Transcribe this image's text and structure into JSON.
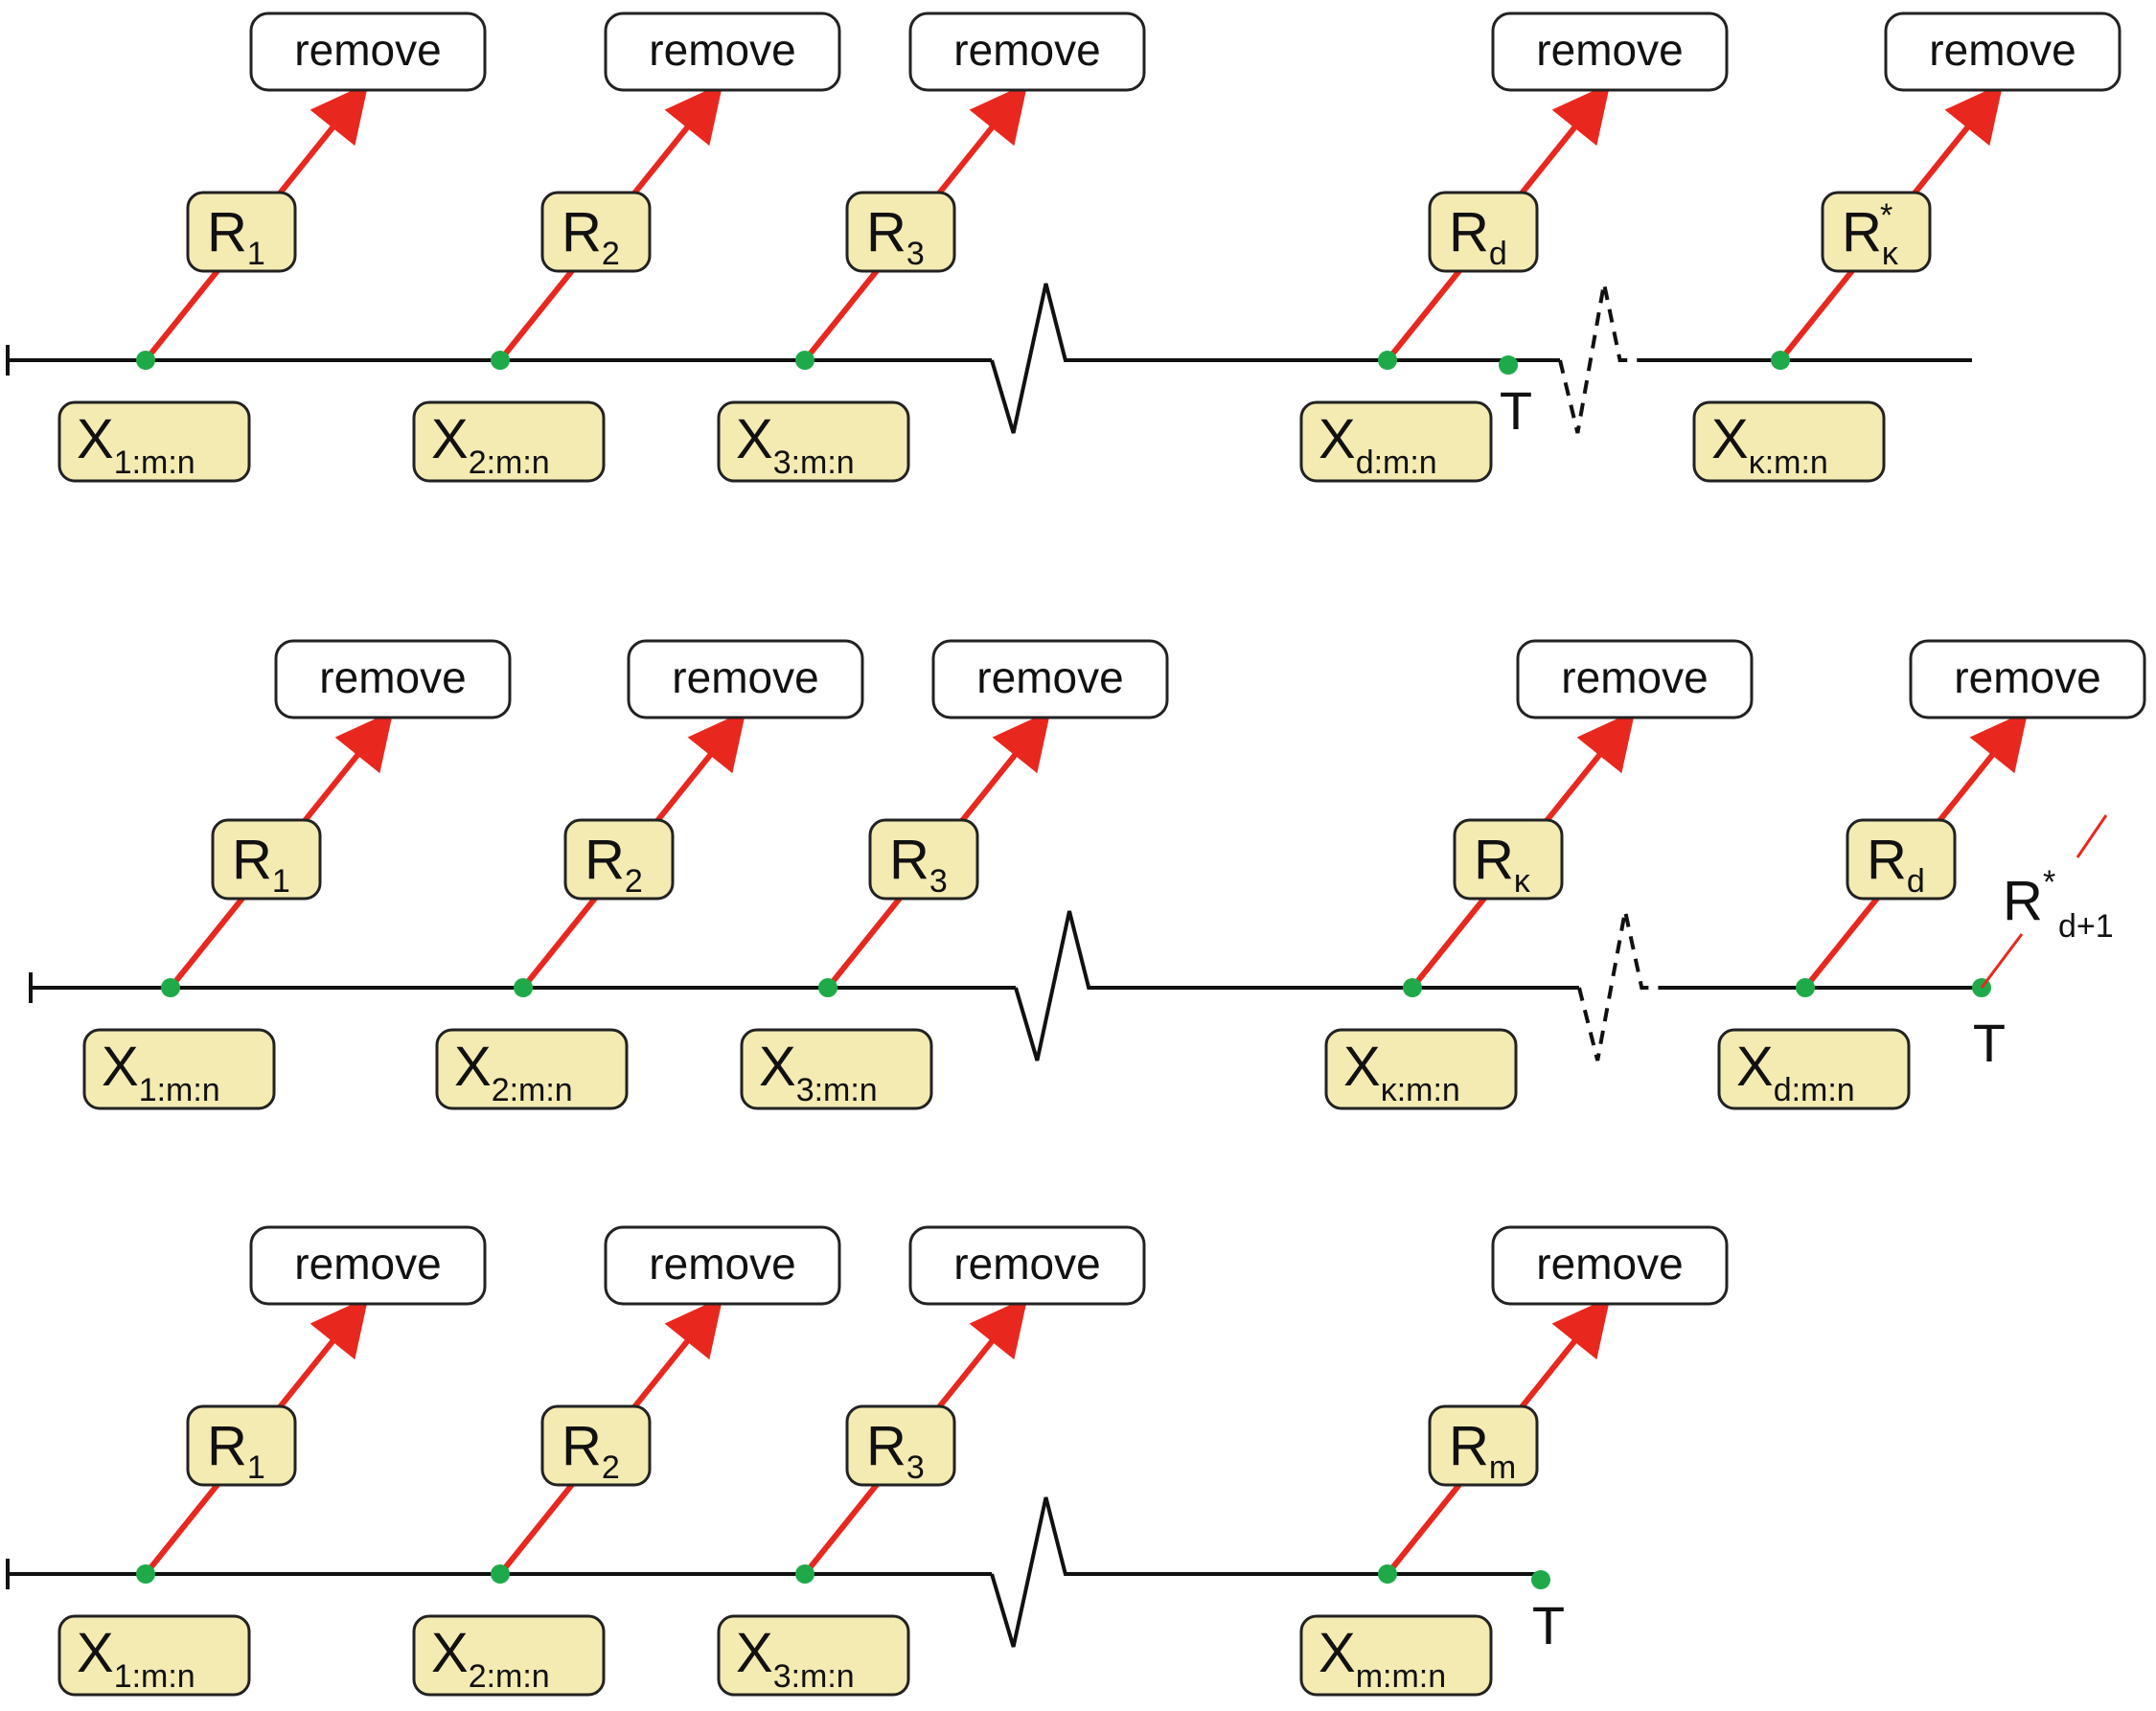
{
  "colors": {
    "line": "#111111",
    "arrow": "#e8281e",
    "point": "#1faa4a",
    "label_fill": "#f3ebb2",
    "remove_fill": "#ffffff",
    "box_stroke": "#222222"
  },
  "rows": [
    {
      "items": [
        {
          "remove": "remove",
          "r_main": "R",
          "r_sub": "1",
          "r_sup": "",
          "x_main": "X",
          "x_sub": "1:m:n"
        },
        {
          "remove": "remove",
          "r_main": "R",
          "r_sub": "2",
          "r_sup": "",
          "x_main": "X",
          "x_sub": "2:m:n"
        },
        {
          "remove": "remove",
          "r_main": "R",
          "r_sub": "3",
          "r_sup": "",
          "x_main": "X",
          "x_sub": "3:m:n"
        },
        {
          "remove": "remove",
          "r_main": "R",
          "r_sub": "d",
          "r_sup": "",
          "x_main": "X",
          "x_sub": "d:m:n"
        },
        {
          "remove": "remove",
          "r_main": "R",
          "r_sub": "κ",
          "r_sup": "*",
          "x_main": "X",
          "x_sub": "κ:m:n"
        }
      ],
      "t_label": "T"
    },
    {
      "items": [
        {
          "remove": "remove",
          "r_main": "R",
          "r_sub": "1",
          "r_sup": "",
          "x_main": "X",
          "x_sub": "1:m:n"
        },
        {
          "remove": "remove",
          "r_main": "R",
          "r_sub": "2",
          "r_sup": "",
          "x_main": "X",
          "x_sub": "2:m:n"
        },
        {
          "remove": "remove",
          "r_main": "R",
          "r_sub": "3",
          "r_sup": "",
          "x_main": "X",
          "x_sub": "3:m:n"
        },
        {
          "remove": "remove",
          "r_main": "R",
          "r_sub": "κ",
          "r_sup": "",
          "x_main": "X",
          "x_sub": "κ:m:n"
        },
        {
          "remove": "remove",
          "r_main": "R",
          "r_sub": "d",
          "r_sup": "",
          "x_main": "X",
          "x_sub": "d:m:n"
        }
      ],
      "t_label": "T",
      "extra_label": {
        "main": "R",
        "sup": "*",
        "sub": "d+1"
      }
    },
    {
      "items": [
        {
          "remove": "remove",
          "r_main": "R",
          "r_sub": "1",
          "r_sup": "",
          "x_main": "X",
          "x_sub": "1:m:n"
        },
        {
          "remove": "remove",
          "r_main": "R",
          "r_sub": "2",
          "r_sup": "",
          "x_main": "X",
          "x_sub": "2:m:n"
        },
        {
          "remove": "remove",
          "r_main": "R",
          "r_sub": "3",
          "r_sup": "",
          "x_main": "X",
          "x_sub": "3:m:n"
        },
        {
          "remove": "remove",
          "r_main": "R",
          "r_sub": "m",
          "r_sup": "",
          "x_main": "X",
          "x_sub": "m:m:n"
        }
      ],
      "t_label": "T"
    }
  ]
}
